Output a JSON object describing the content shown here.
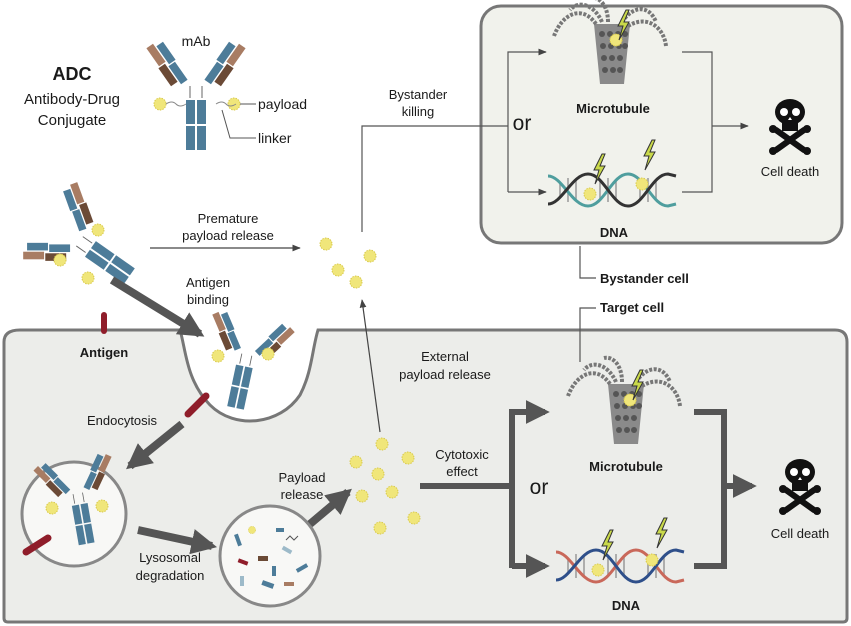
{
  "title": "ADC",
  "subtitle_line1": "Antibody-Drug",
  "subtitle_line2": "Conjugate",
  "legend": {
    "mab": "mAb",
    "payload": "payload",
    "linker": "linker"
  },
  "labels": {
    "premature_line1": "Premature",
    "premature_line2": "payload release",
    "antigen_binding_line1": "Antigen",
    "antigen_binding_line2": "binding",
    "antigen": "Antigen",
    "endocytosis": "Endocytosis",
    "lysosomal_line1": "Lysosomal",
    "lysosomal_line2": "degradation",
    "payload_release_line1": "Payload",
    "payload_release_line2": "release",
    "external_line1": "External",
    "external_line2": "payload release",
    "cytotoxic_line1": "Cytotoxic",
    "cytotoxic_line2": "effect",
    "bystander_killing_line1": "Bystander",
    "bystander_killing_line2": "killing",
    "or": "or",
    "microtubule": "Microtubule",
    "dna": "DNA",
    "cell_death": "Cell death",
    "bystander_cell": "Bystander cell",
    "target_cell": "Target cell"
  },
  "colors": {
    "heavy_chain": "#4d7c99",
    "light_chain": "#a87c63",
    "light_chain_dark": "#6b4a36",
    "heavy_chain_light": "#9dbac9",
    "payload": "#f0e67a",
    "antigen": "#8f1d2a",
    "cell_fill": "#ecedea",
    "bystander_fill": "#f1f2ec",
    "arrow": "#555555"
  }
}
